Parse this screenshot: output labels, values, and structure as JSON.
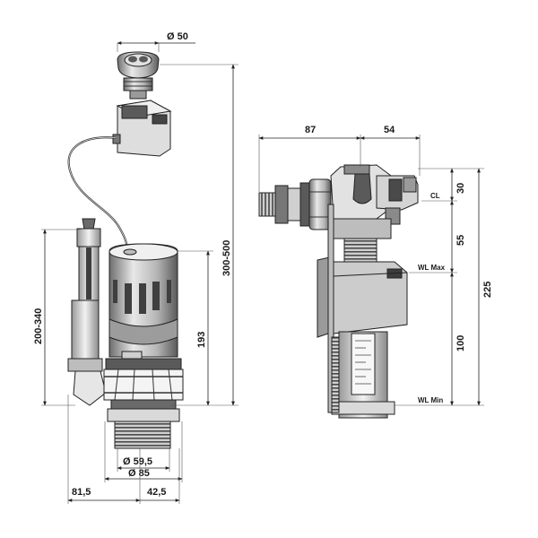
{
  "left_assembly": {
    "button_diameter": "Ø 50",
    "total_height": "300-500",
    "column_height": "200-340",
    "valve_height": "193",
    "inner_diameter": "Ø 59,5",
    "outer_diameter": "Ø 85",
    "offset_left": "81,5",
    "offset_right": "42,5"
  },
  "right_assembly": {
    "width_left": "87",
    "width_right": "54",
    "height_top": "30",
    "height_mid": "55",
    "height_low": "100",
    "height_total": "225",
    "label_cl": "CL",
    "label_wl_max": "WL Max",
    "label_wl_min": "WL Min"
  },
  "colors": {
    "dark": "#3d3d3d",
    "mid": "#8a8a8a",
    "light": "#d9d9d9",
    "lighter": "#ececec"
  }
}
